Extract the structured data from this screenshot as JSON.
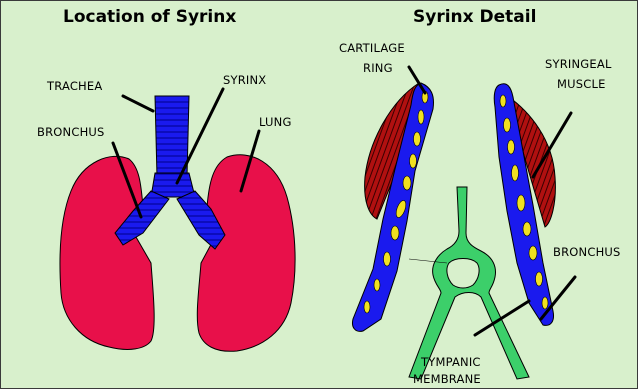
{
  "titles": {
    "location": "Location of Syrinx",
    "detail": "Syrinx Detail"
  },
  "labels": {
    "trachea": "TRACHEA",
    "syrinx": "SYRINX",
    "bronchus_left": "BRONCHUS",
    "lung": "LUNG",
    "cartilage_line1": "CARTILAGE",
    "cartilage_line2": "RING",
    "syringeal_line1": "SYRINGEAL",
    "syringeal_line2": "MUSCLE",
    "bronchus_right": "BRONCHUS",
    "tympanic_line1": "TYMPANIC",
    "tympanic_line2": "MEMBRANE"
  },
  "colors": {
    "background": "#d8f0cc",
    "lung": "#e8104a",
    "airway": "#1a1aee",
    "muscle": "#b01010",
    "cartilage": "#f0e020",
    "membrane": "#3ccf6a"
  }
}
